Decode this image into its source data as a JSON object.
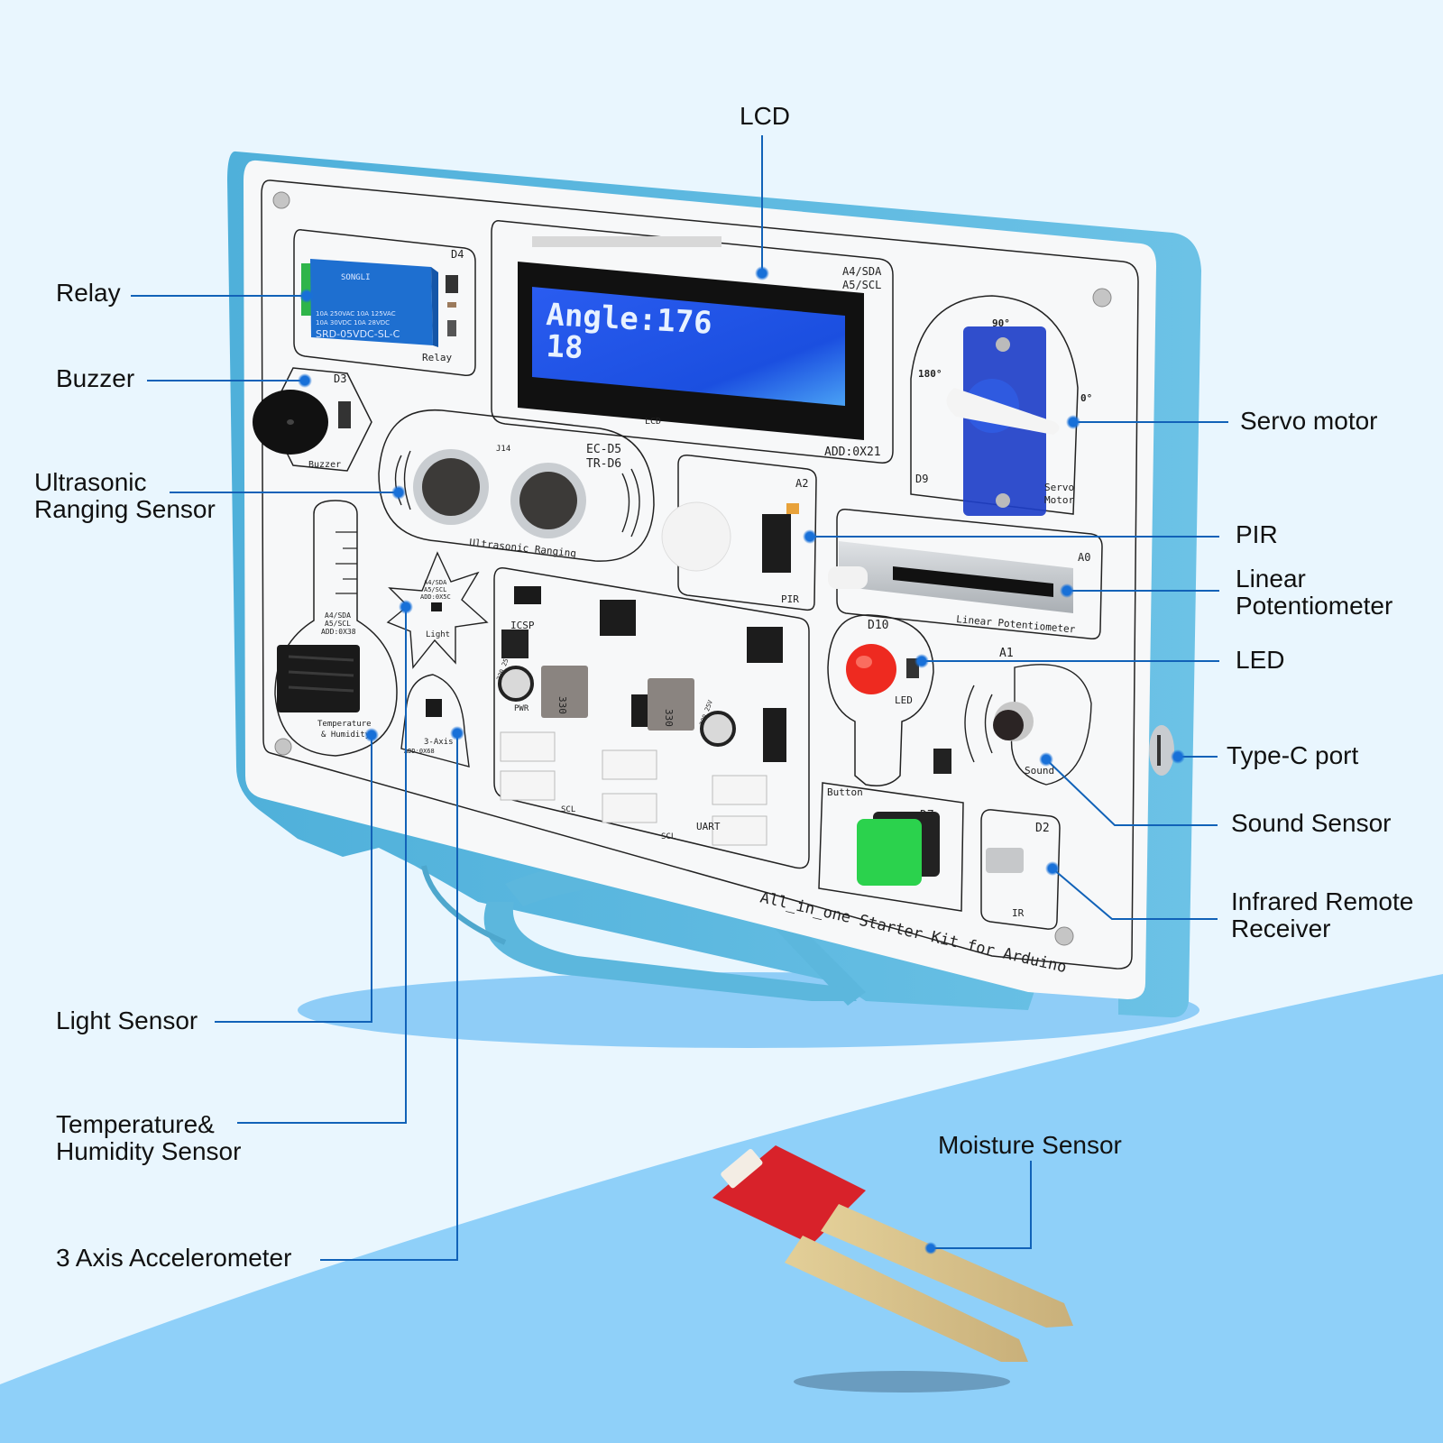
{
  "colors": {
    "background_light": "#e9f6fe",
    "background_wave": "#8fd0f9",
    "callout_line": "#1162b8",
    "case_blue": "#5bb6db",
    "lcd_blue": "#1d55e6"
  },
  "callouts": {
    "lcd": "LCD",
    "relay": "Relay",
    "buzzer": "Buzzer",
    "ultrasonic_line1": "Ultrasonic",
    "ultrasonic_line2": "Ranging Sensor",
    "servo": "Servo motor",
    "pir": "PIR",
    "potentiometer_line1": "Linear",
    "potentiometer_line2": "Potentiometer",
    "led": "LED",
    "type_c": "Type-C port",
    "sound": "Sound Sensor",
    "infrared_line1": "Infrared Remote",
    "infrared_line2": "Receiver",
    "light": "Light Sensor",
    "temp_line1": "Temperature&",
    "temp_line2": "Humidity Sensor",
    "accelerometer": "3 Axis Accelerometer",
    "moisture": "Moisture Sensor"
  },
  "lcd_screen": {
    "line1": "Angle:176",
    "line2": "18"
  },
  "board": {
    "relay_pin": "D4",
    "relay_label": "Relay",
    "relay_brand": "SONGLI",
    "relay_model": "SRD-05VDC-SL-C",
    "relay_spec1": "10A 250VAC  10A 125VAC",
    "relay_spec2": "10A 30VDC  10A 28VDC",
    "buzzer_pin": "D3",
    "buzzer_label": "Buzzer",
    "lcd_label": "LCD",
    "lcd_bus1": "A4/SDA",
    "lcd_bus2": "A5/SCL",
    "lcd_addr": "ADD:0X21",
    "ultra_j": "J14",
    "ultra_ec": "EC-D5",
    "ultra_tr": "TR-D6",
    "ultra_label": "Ultrasonic Ranging",
    "servo_90": "90°",
    "servo_180": "180°",
    "servo_0": "0°",
    "servo_pin": "D9",
    "servo_label1": "Servo",
    "servo_label2": "Motor",
    "pir_pin": "A2",
    "pir_label": "PIR",
    "pot_pin": "A0",
    "pot_label": "Linear Potentiometer",
    "led_pin": "D10",
    "led_label": "LED",
    "sound_pin": "A1",
    "sound_label": "Sound",
    "button_label": "Button",
    "button_pin": "D7",
    "ir_pin": "D2",
    "ir_label": "IR",
    "temp_bus1": "A4/SDA",
    "temp_bus2": "A5/SCL",
    "temp_addr": "ADD:0X38",
    "temp_label1": "Temperature",
    "temp_label2": "& Humidity",
    "light_bus1": "A4/SDA",
    "light_bus2": "A5/SCL",
    "light_addr": "ADD:0X5C",
    "light_label": "Light",
    "axis_label": "3-Axis",
    "axis_addr": "ADD:0X68",
    "icsp_label": "ICSP",
    "pwr_label": "PWR",
    "scl_label": "SCL",
    "uart_label": "UART",
    "cap_label": "220 25V",
    "inductor_label": "330",
    "kit_title": "All_in_one Starter Kit for Arduino"
  }
}
